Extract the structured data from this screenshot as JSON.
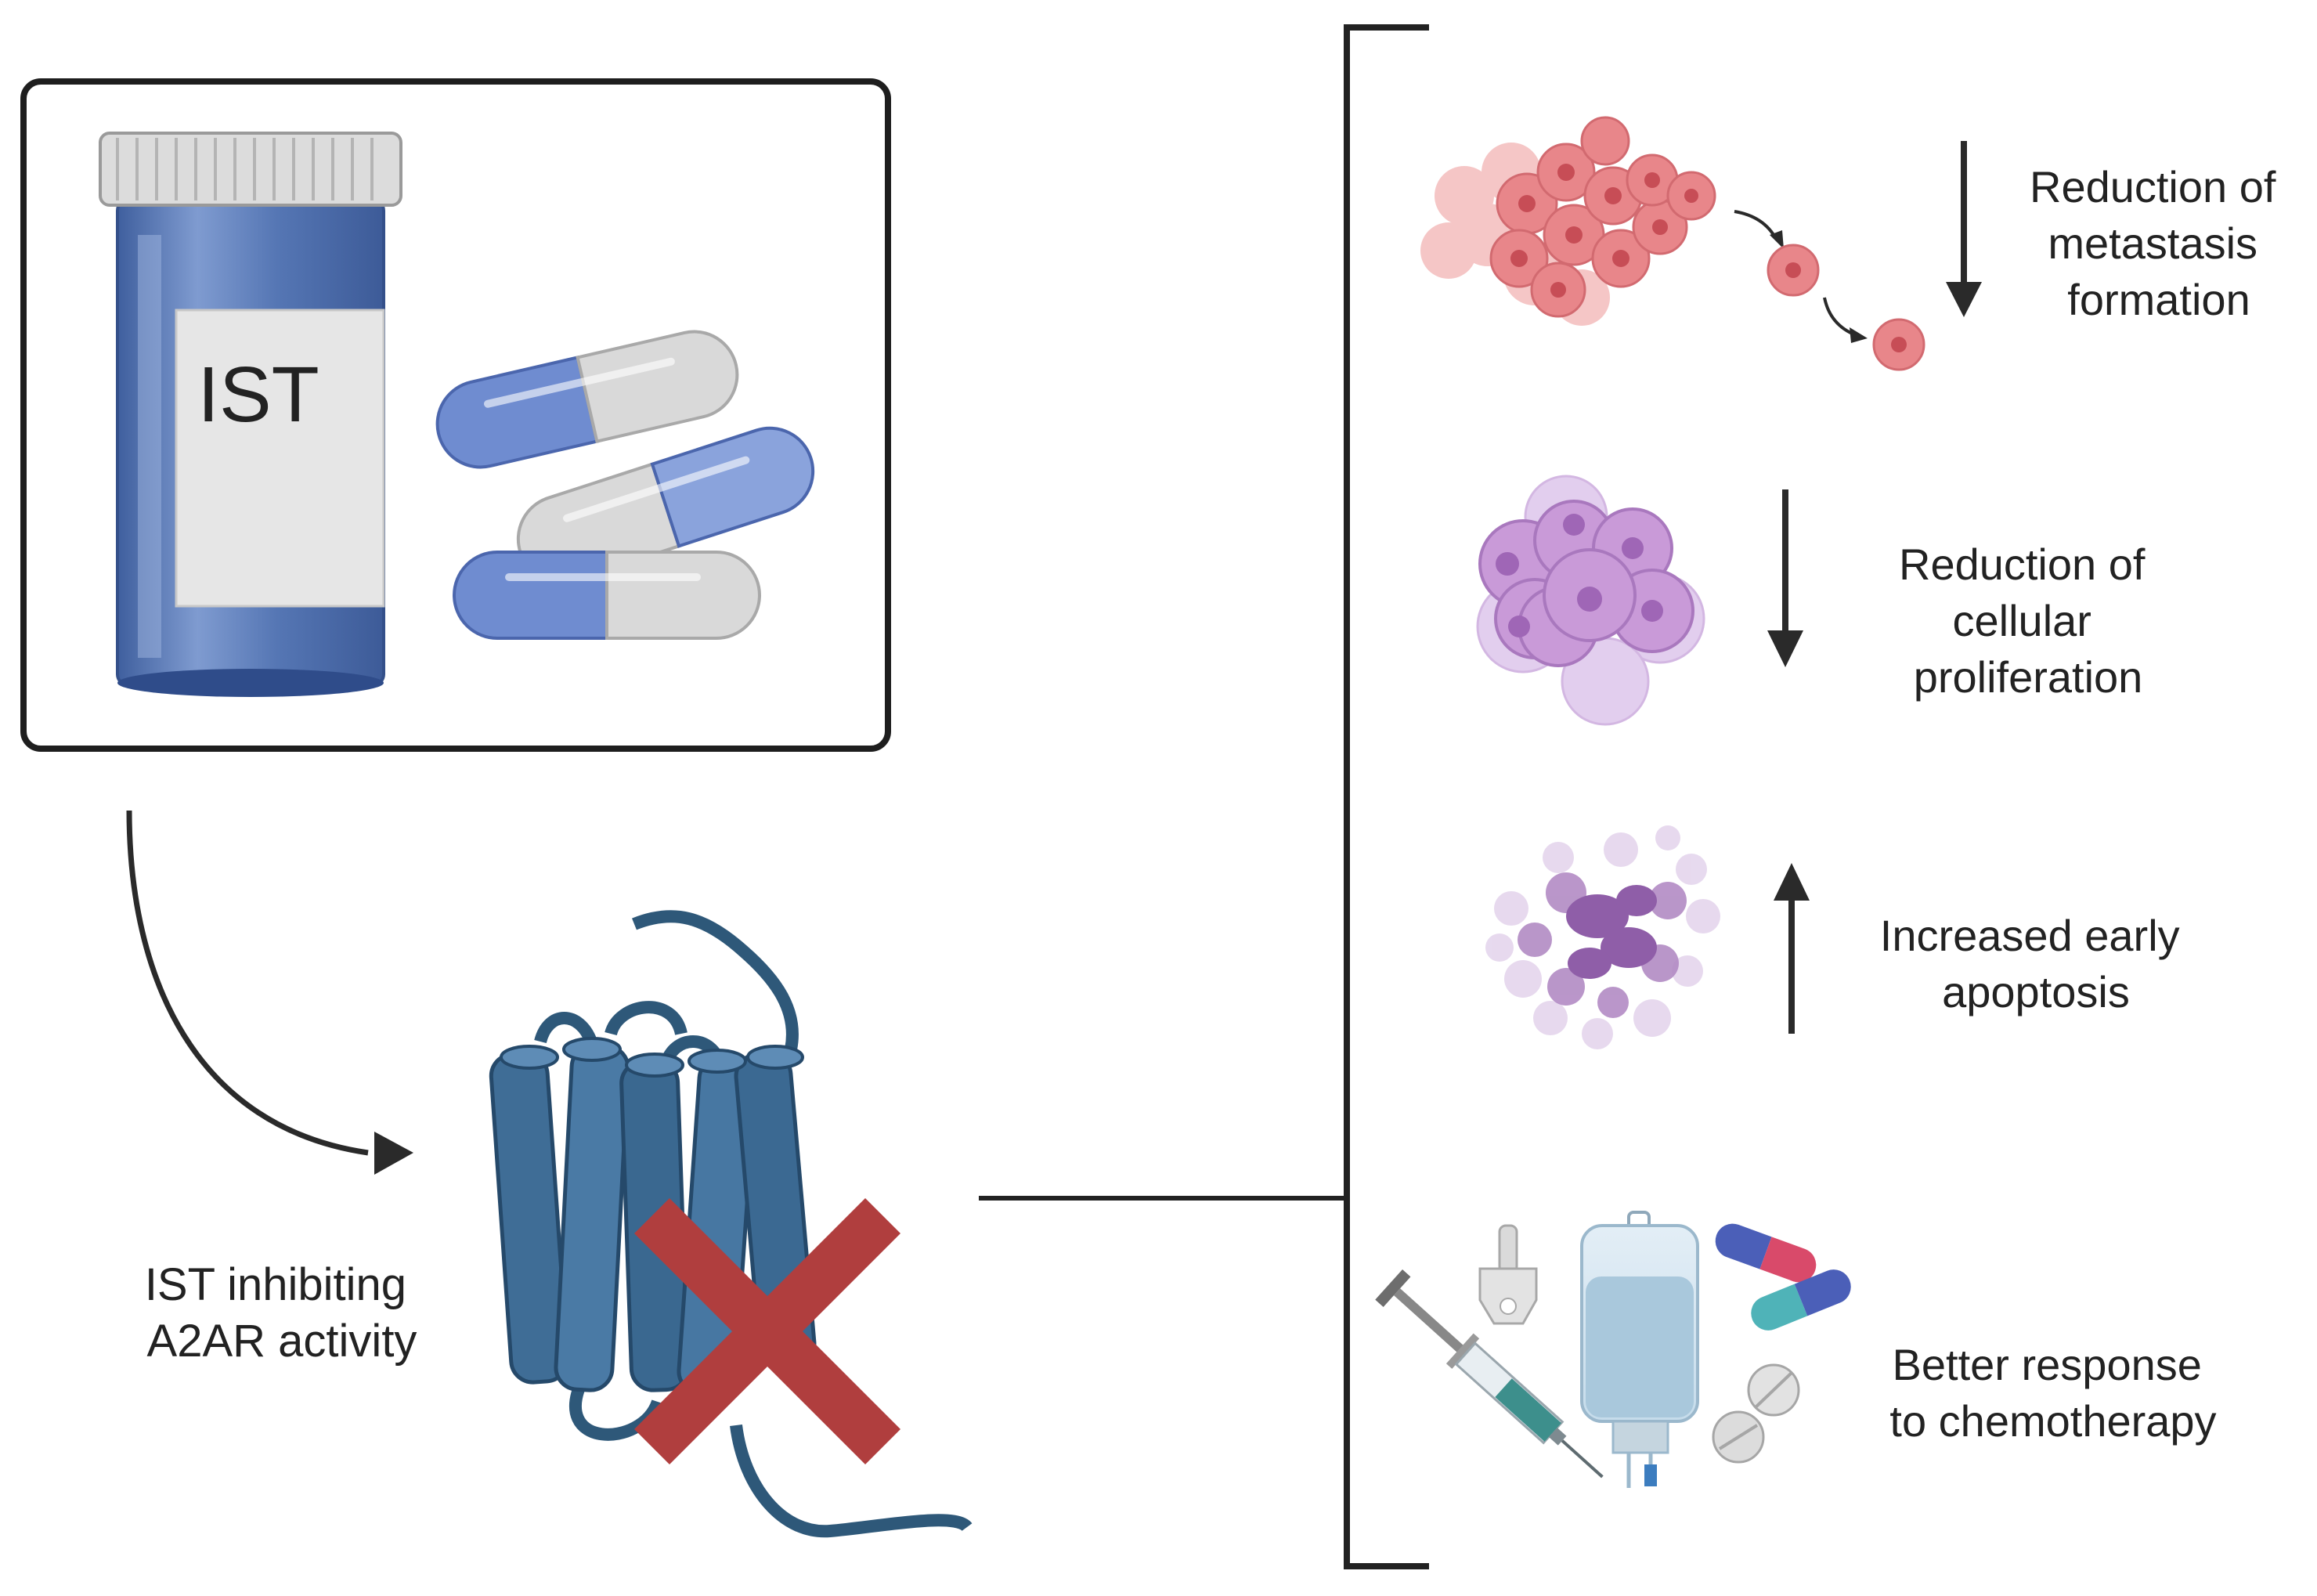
{
  "drug_label": "IST",
  "mechanism_caption": [
    "IST inhibiting",
    "A2AR activity"
  ],
  "effects": [
    {
      "id": "metastasis",
      "direction": "down",
      "lines": [
        "Reduction of",
        "metastasis",
        "formation"
      ]
    },
    {
      "id": "proliferation",
      "direction": "down",
      "lines": [
        "Reduction of",
        "cellular",
        "proliferation"
      ]
    },
    {
      "id": "apoptosis",
      "direction": "up",
      "lines": [
        "Increased early",
        "apoptosis"
      ]
    },
    {
      "id": "chemotherapy",
      "direction": "none",
      "lines": [
        "Better response",
        "to chemotherapy"
      ]
    }
  ],
  "icons": {
    "pill-bottle": "pill-bottle-icon",
    "capsules": "capsule-icon",
    "receptor": "gpcr-receptor-icon",
    "inhibition": "red-x-icon",
    "tumor": "tumor-cells-icon",
    "cell-cluster": "cell-cluster-icon",
    "apoptotic": "apoptotic-cell-icon",
    "chemo": "chemotherapy-icon"
  },
  "colors": {
    "bottle": "#5a7fc0",
    "receptor": "#3f6d96",
    "inhibition_x": "#b03e3e",
    "tumor": "#e8868a",
    "proliferation": "#c99ad8",
    "apoptosis": "#b28bc4"
  }
}
